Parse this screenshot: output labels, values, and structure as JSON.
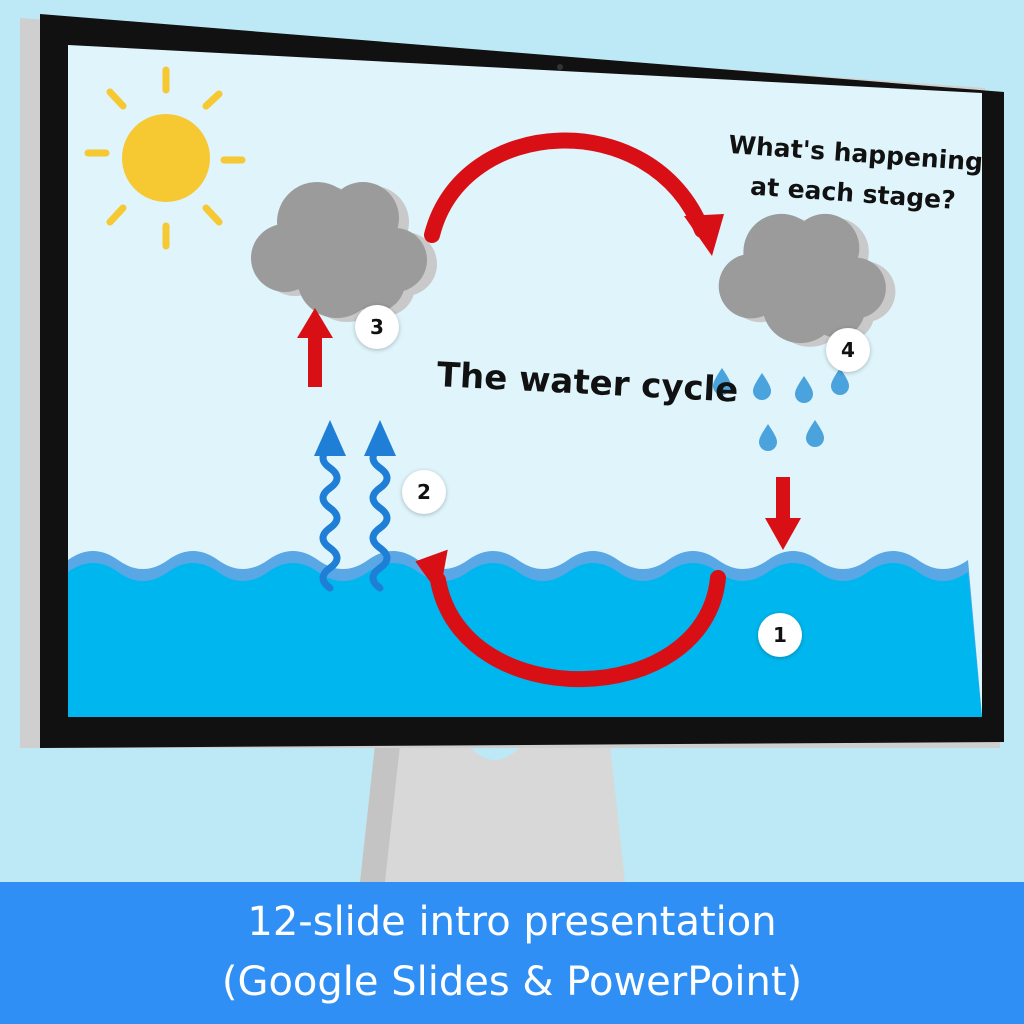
{
  "slide": {
    "title": "The water cycle",
    "question_line1": "What's happening",
    "question_line2": "at each stage?",
    "stages": [
      "1",
      "2",
      "3",
      "4"
    ]
  },
  "banner": {
    "line1": "12-slide intro presentation",
    "line2": "(Google Slides & PowerPoint)"
  },
  "icons": [
    "sun-icon",
    "cloud-icon",
    "rain-icon",
    "wave-icon",
    "cycle-arrow-icon",
    "evaporation-arrow-icon"
  ],
  "colors": {
    "background": "#bde9f7",
    "sky": "#dff4fb",
    "sea": "#00b6ee",
    "arrow": "#d90f16",
    "sun": "#f6c933",
    "cloud": "#9b9b9b",
    "rain": "#4aa3dc",
    "banner": "#2f8ff5"
  }
}
